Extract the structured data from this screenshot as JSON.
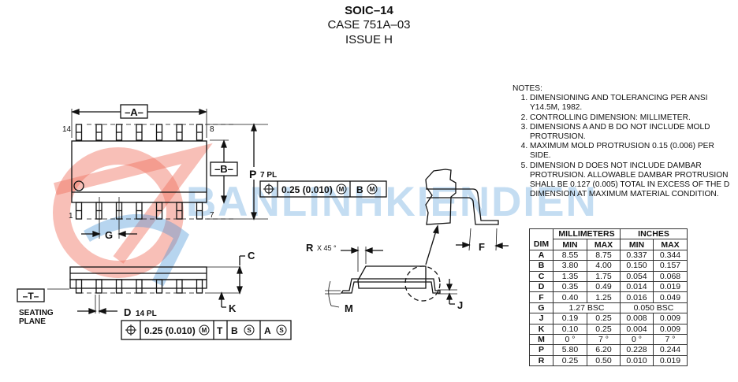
{
  "header": {
    "title": "SOIC–14",
    "case": "CASE 751A–03",
    "issue": "ISSUE H"
  },
  "watermark": {
    "text": "BANLINHKIENDIEN",
    "colors": {
      "red": "#f07060",
      "blue": "#4a96d7"
    }
  },
  "drawing": {
    "top_view": {
      "dim_a": "–A–",
      "dim_b": "–B–",
      "pin_14": "14",
      "pin_8": "8",
      "pin_1": "1",
      "pin_7": "7",
      "dim_g": "G",
      "dim_p": "P",
      "dim_p_note": "7 PL"
    },
    "fcf_top": {
      "tolerance": "0.25 (0.010)",
      "modifier": "M",
      "datum": "B",
      "datum_modifier": "M"
    },
    "side_view": {
      "datum_t": "–T–",
      "seating_1": "SEATING",
      "seating_2": "PLANE",
      "dim_c": "C",
      "dim_k": "K",
      "dim_d": "D",
      "dim_d_note": "14 PL"
    },
    "fcf_side": {
      "tolerance": "0.25 (0.010)",
      "modifier": "M",
      "datum_1": "T",
      "datum_2": "B",
      "datum_2_mod": "S",
      "datum_3": "A",
      "datum_3_mod": "S"
    },
    "end_view": {
      "dim_r": "R",
      "dim_r_note": "X 45 °",
      "dim_m": "M",
      "dim_j": "J",
      "dim_f": "F"
    }
  },
  "notes": {
    "heading": "NOTES:",
    "items": [
      "DIMENSIONING AND TOLERANCING PER ANSI Y14.5M, 1982.",
      "CONTROLLING DIMENSION: MILLIMETER.",
      "DIMENSIONS A AND B DO NOT INCLUDE MOLD PROTRUSION.",
      "MAXIMUM MOLD PROTRUSION 0.15 (0.006) PER SIDE.",
      "DIMENSION D DOES NOT INCLUDE DAMBAR PROTRUSION. ALLOWABLE DAMBAR PROTRUSION SHALL BE 0.127 (0.005) TOTAL IN EXCESS OF THE D DIMENSION AT MAXIMUM MATERIAL CONDITION."
    ]
  },
  "table": {
    "group_headers": [
      "MILLIMETERS",
      "INCHES"
    ],
    "columns": [
      "DIM",
      "MIN",
      "MAX",
      "MIN",
      "MAX"
    ],
    "rows": [
      [
        "A",
        "8.55",
        "8.75",
        "0.337",
        "0.344"
      ],
      [
        "B",
        "3.80",
        "4.00",
        "0.150",
        "0.157"
      ],
      [
        "C",
        "1.35",
        "1.75",
        "0.054",
        "0.068"
      ],
      [
        "D",
        "0.35",
        "0.49",
        "0.014",
        "0.019"
      ],
      [
        "F",
        "0.40",
        "1.25",
        "0.016",
        "0.049"
      ],
      [
        "G",
        "1.27 BSC",
        null,
        "0.050 BSC",
        null
      ],
      [
        "J",
        "0.19",
        "0.25",
        "0.008",
        "0.009"
      ],
      [
        "K",
        "0.10",
        "0.25",
        "0.004",
        "0.009"
      ],
      [
        "M",
        "0 °",
        "7 °",
        "0 °",
        "7 °"
      ],
      [
        "P",
        "5.80",
        "6.20",
        "0.228",
        "0.244"
      ],
      [
        "R",
        "0.25",
        "0.50",
        "0.010",
        "0.019"
      ]
    ]
  }
}
